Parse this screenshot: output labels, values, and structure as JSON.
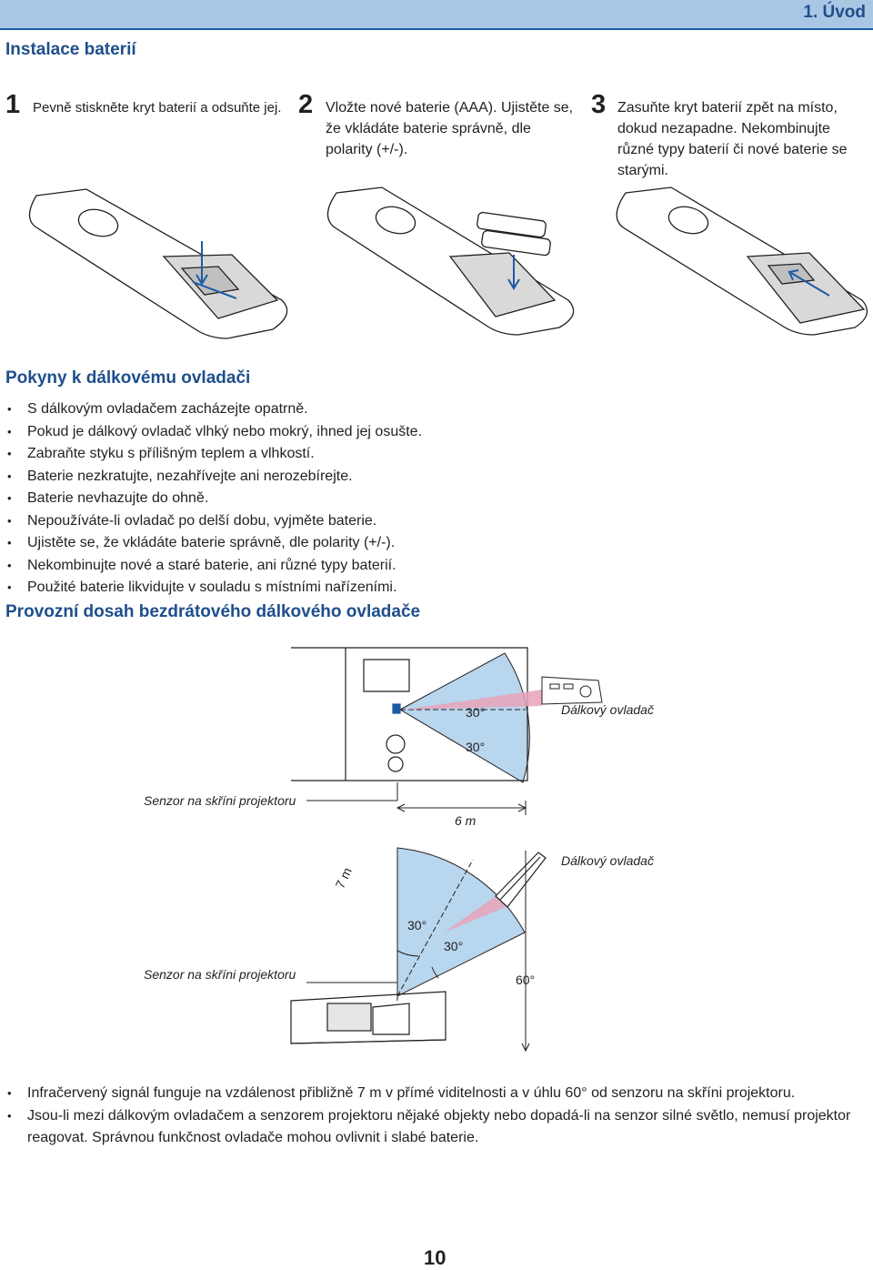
{
  "header": {
    "chapter_title": "1. Úvod"
  },
  "battery_section": {
    "title": "Instalace baterií",
    "steps": [
      {
        "number": "1",
        "text": "Pevně stiskněte kryt baterií a odsuňte jej."
      },
      {
        "number": "2",
        "text": "Vložte nové baterie (AAA). Ujistěte se, že vkládáte baterie správně, dle polarity (+/-)."
      },
      {
        "number": "3",
        "text": "Zasuňte kryt baterií zpět na místo, dokud nezapadne. Nekombinujte různé typy baterií či nové baterie se starými."
      }
    ]
  },
  "precautions": {
    "title": "Pokyny k dálkovému ovladači",
    "items": [
      "S dálkovým ovladačem zacházejte opatrně.",
      "Pokud je dálkový ovladač vlhký nebo mokrý, ihned jej osušte.",
      "Zabraňte styku s přílišným teplem a vlhkostí.",
      "Baterie nezkratujte, nezahřívejte ani nerozebírejte.",
      "Baterie nevhazujte do ohně.",
      "Nepoužíváte-li ovladač po delší dobu, vyjměte baterie.",
      "Ujistěte se, že vkládáte baterie správně, dle polarity (+/-).",
      "Nekombinujte nové a staré baterie, ani různé typy baterií.",
      "Použité baterie likvidujte v souladu s místními nařízeními."
    ]
  },
  "range_section": {
    "title": "Provozní dosah bezdrátového dálkového ovladače",
    "top_diagram": {
      "angle_upper": "30°",
      "angle_lower": "30°",
      "remote_label": "Dálkový ovladač",
      "sensor_label": "Senzor na skříni projektoru",
      "distance_label": "6 m"
    },
    "side_diagram": {
      "distance_label": "7 m",
      "angle_left": "30°",
      "angle_right": "30°",
      "angle_bottom": "60°",
      "remote_label": "Dálkový ovladač",
      "sensor_label": "Senzor na skříni projektoru"
    },
    "notes": [
      "Infračervený signál funguje na vzdálenost přibližně 7 m v přímé viditelnosti a v úhlu 60° od senzoru na skříni projektoru.",
      "Jsou-li mezi dálkovým ovladačem a senzorem projektoru nějaké objekty nebo dopadá-li na senzor silné světlo, nemusí projektor reagovat. Správnou funkčnost ovladače mohou ovlivnit i slabé baterie."
    ]
  },
  "footer": {
    "page_number": "10"
  },
  "colors": {
    "header_bar": "#a9c7e5",
    "title_blue": "#1f4e8c",
    "range_fill": "#b8d6ee",
    "signal_pink": "#e8a3b8"
  }
}
